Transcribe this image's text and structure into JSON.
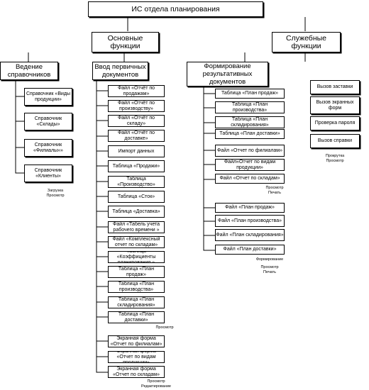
{
  "title": "ИС отдела планирования",
  "level1": {
    "main": "Основные функции",
    "service": "Служебные функции"
  },
  "directories": {
    "heading": "Ведение справочников",
    "items": [
      "Справочник «Виды продукции»",
      "Справочник «Склады»",
      "Справочник «Филиалы»»",
      "Справочник «Клиенты»"
    ],
    "actions": [
      "Загрузка",
      "Просмотр"
    ]
  },
  "input": {
    "heading": "Ввод первичных документов",
    "files": [
      "Файл «Отчёт по продажам»",
      "Файл «Отчёт по производству»",
      "Файл «Отчёт по складу»",
      "Файл «Отчёт по доставке»",
      "Импорт данных"
    ],
    "tables": [
      "Таблица «Продажи»",
      "Таблица «Производство»",
      "Таблица «Сток»",
      "Таблица «Доставка»"
    ],
    "extra": [
      "Файл «Табель учета рабочего времени »",
      "Файл «Комплексный отчет по складам»",
      "Таблица «Коэффициенты планирования »",
      "Таблица «План продаж»",
      "Таблица «План производства»",
      "Таблица «План складирования»",
      "Таблица «План доставки»"
    ],
    "extra_action": "Просмотр",
    "screens": [
      "Экранная форма «Отчет по филиалам»",
      "Экранная форма «Отчет по видам продукции»",
      "Экранная форма «Отчет по складам»"
    ],
    "screens_actions": [
      "Просмотр",
      "Редактирование"
    ]
  },
  "results": {
    "heading": "Формирование результативных документов",
    "group1": [
      "Таблица «План продаж»",
      "Таблица «План производства»",
      "Таблица «План складирования»",
      "Таблица «План доставки»",
      "Файл «Отчет по филиалам»",
      "Файл«Отчет по видам продукции»",
      "Файл «Отчет по складам»"
    ],
    "group1_actions": [
      "Просмотр",
      "Печать"
    ],
    "group2": [
      "Файл «План продаж»",
      "Файл «План производства»",
      "Файл «План складирования»",
      "Файл «План доставки»"
    ],
    "group2_actions": [
      "Формирование",
      "Просмотр",
      "Печать"
    ]
  },
  "service": {
    "items": [
      "Вызов заставки",
      "Вызов экранных форм",
      "Проверка пароля",
      "Вызов справки"
    ],
    "actions": [
      "Прокрутка",
      "Просмотр"
    ]
  }
}
